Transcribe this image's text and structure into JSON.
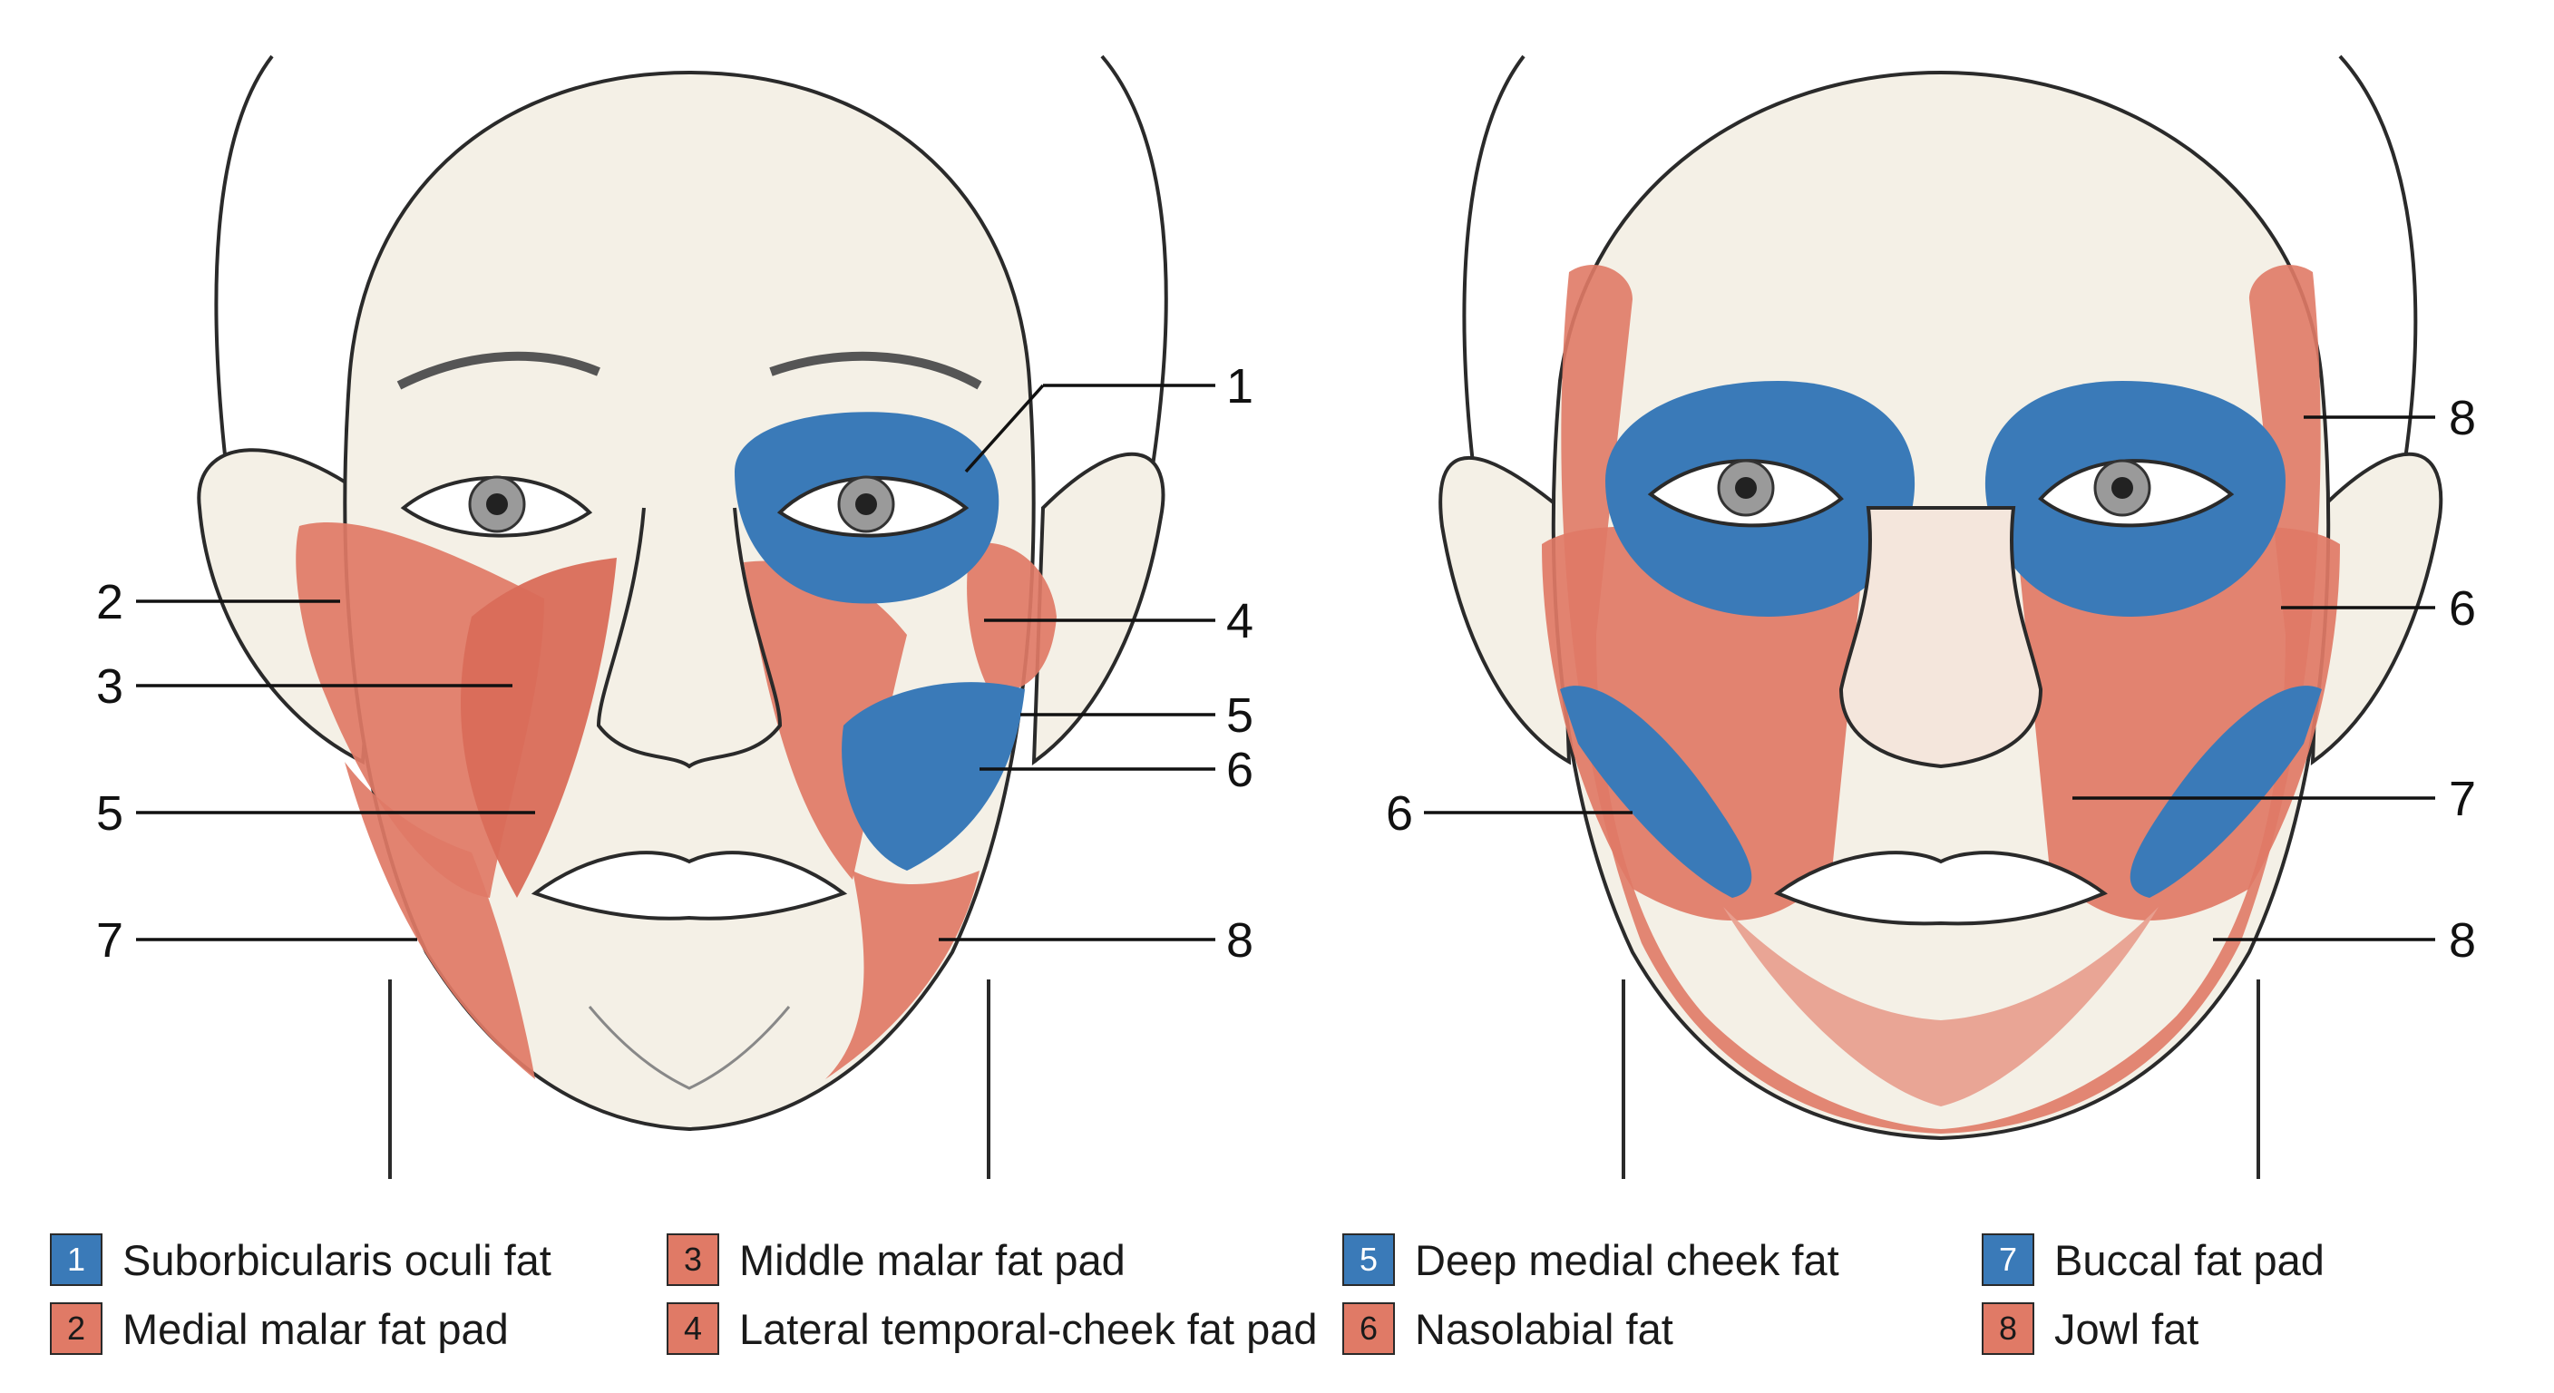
{
  "colors": {
    "blue": "#3a7ab8",
    "salmon": "#e07a66",
    "skin": "#f4f0e6",
    "outline": "#2a2a2a"
  },
  "left_face": {
    "callouts": [
      "1",
      "2",
      "3",
      "4",
      "5",
      "5",
      "6",
      "7",
      "8"
    ]
  },
  "right_face": {
    "callouts": [
      "8",
      "6",
      "6",
      "7",
      "8"
    ]
  },
  "legend": [
    {
      "num": "1",
      "label": "Suborbicularis oculi fat",
      "color": "blue"
    },
    {
      "num": "2",
      "label": "Medial malar fat pad",
      "color": "salmon"
    },
    {
      "num": "3",
      "label": "Middle malar fat pad",
      "color": "salmon"
    },
    {
      "num": "4",
      "label": "Lateral temporal-cheek fat pad",
      "color": "salmon"
    },
    {
      "num": "5",
      "label": "Deep medial cheek fat",
      "color": "blue"
    },
    {
      "num": "6",
      "label": "Nasolabial fat",
      "color": "salmon"
    },
    {
      "num": "7",
      "label": "Buccal fat pad",
      "color": "blue"
    },
    {
      "num": "8",
      "label": "Jowl fat",
      "color": "salmon"
    }
  ]
}
